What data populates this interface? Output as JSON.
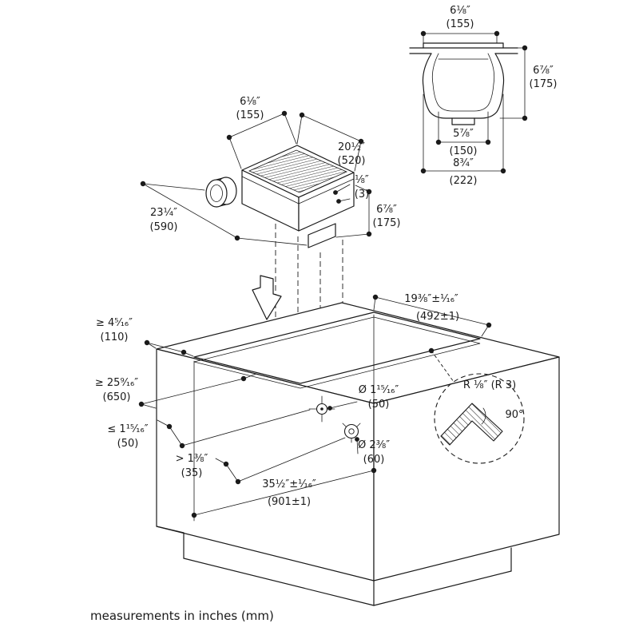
{
  "meta": {
    "note": "measurements in inches (mm)"
  },
  "cross_section": {
    "top_in": "6⅛″",
    "top_mm": "(155)",
    "height_in": "6⅞″",
    "height_mm": "(175)",
    "inner_in": "5⅞″",
    "inner_mm": "(150)",
    "outer_in": "8¾″",
    "outer_mm": "(222)"
  },
  "module": {
    "width_in": "6⅛″",
    "width_mm": "(155)",
    "length_in": "20½″",
    "length_mm": "(520)",
    "overall_in": "23¼″",
    "overall_mm": "(590)",
    "lip_in": "⅛″",
    "lip_mm": "(3)",
    "height_in": "6⅞″",
    "height_mm": "(175)"
  },
  "worktop": {
    "front_min_in": "≥ 4⁵⁄₁₆″",
    "front_min_mm": "(110)",
    "depth_min_in": "≥ 25⁹⁄₁₆″",
    "depth_min_mm": "(650)",
    "edge_max_in": "≤ 1¹⁵⁄₁₆″",
    "edge_max_mm": "(50)",
    "clear_min_in": "> 1⅜″",
    "clear_min_mm": "(35)",
    "cutout_depth_in": "19⅜″±¹⁄₁₆″",
    "cutout_depth_mm": "(492±1)",
    "cutout_length_in": "35½″±¹⁄₁₆″",
    "cutout_length_mm": "(901±1)",
    "hole_small_in": "Ø 1¹⁵⁄₁₆″",
    "hole_small_mm": "(50)",
    "hole_large_in": "Ø 2⅜″",
    "hole_large_mm": "(60)",
    "corner_radius": "R ⅛″ (R 3)",
    "corner_angle": "90°"
  }
}
